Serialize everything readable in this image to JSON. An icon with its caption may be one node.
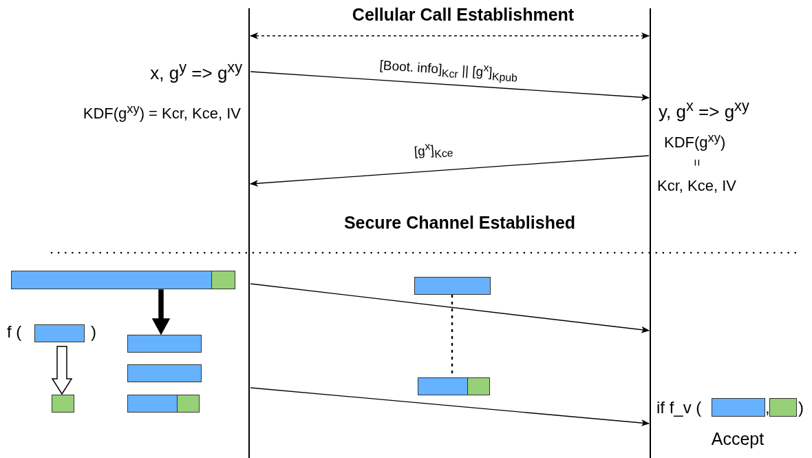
{
  "diagram": {
    "nodes": [
      {
        "text": [],
        "shape": "line"
      },
      {
        "text": [],
        "shape": "line"
      },
      {
        "text": [],
        "shape": "bar"
      },
      {
        "text": [],
        "shape": "box"
      },
      {
        "text": [
          "f (",
          ")"
        ]
      },
      {
        "text": [],
        "shape": "bar",
        "in": 4
      },
      {
        "text": [],
        "shape": "box"
      },
      {
        "text": [],
        "shape": "bar"
      },
      {
        "text": [],
        "shape": "bar"
      },
      {
        "text": [],
        "shape": "bar"
      },
      {
        "text": [],
        "shape": "box"
      },
      {
        "text": [],
        "shape": "bar"
      },
      {
        "text": [],
        "shape": "bar"
      },
      {
        "text": [],
        "shape": "box"
      },
      {
        "text": [
          "if f_v (",
          ",",
          ")"
        ]
      },
      {
        "text": [],
        "shape": "bar",
        "in": 14
      },
      {
        "text": [],
        "shape": "box",
        "in": 14
      }
    ],
    "edges": [
      {
        "from": 0,
        "to": 1,
        "arrow": "both",
        "style": "dashed",
        "label": "Cellular Call Establishment"
      },
      {
        "from": 0,
        "to": 1,
        "arrow": "to",
        "label": "[Boot. info]$_{Kcr}$ || [g$^{x}$]$_{Kpub}$"
      },
      {
        "from": 1,
        "to": 0,
        "arrow": "to",
        "label": "[g$^{x}$]$_{Kce}$"
      },
      {
        "from": 0,
        "to": 1,
        "arrow": "to"
      },
      {
        "from": 0,
        "to": 1,
        "arrow": "to"
      },
      {
        "from": 2,
        "to": 7,
        "arrow": "to",
        "style": "thick"
      },
      {
        "from": 4,
        "to": 6,
        "arrow": "to",
        "style": "thick",
        "color": "#ffffff"
      },
      {
        "from": 11,
        "to": 12,
        "arrow": "none",
        "style": "dashed"
      }
    ],
    "labels": [
      "x, g$^{y}$ => g$^{xy}$",
      "KDF(g$^{xy}$) = Kcr, Kce, IV",
      "y, g$^{x}$ => g$^{xy}$",
      "KDF(g$^{xy}$)",
      "=",
      "Kcr, Kce, IV",
      "Secure Channel Established",
      "Accept"
    ]
  }
}
